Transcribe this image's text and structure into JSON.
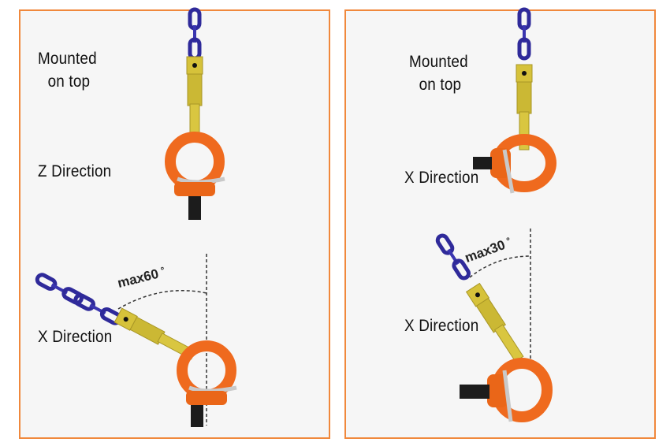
{
  "colors": {
    "border": "#f0883c",
    "background": "#f6f6f6",
    "chain": "#2f2a9a",
    "shackle": "#d6c23a",
    "ring": "#ef6a1e",
    "bolt": "#1c1c1c"
  },
  "panels": [
    {
      "title": "Mounted on top",
      "title_line1": "Mounted",
      "title_line2": "on top",
      "views": [
        {
          "label": "Z Direction"
        },
        {
          "label": "X Direction",
          "max_angle": "max60",
          "degree_symbol": "°"
        }
      ]
    },
    {
      "title": "Mounted on top",
      "title_line1": "Mounted",
      "title_line2": "on top",
      "views": [
        {
          "label": "X Direction"
        },
        {
          "label": "X Direction",
          "max_angle": "max30",
          "degree_symbol": "°"
        }
      ]
    }
  ]
}
